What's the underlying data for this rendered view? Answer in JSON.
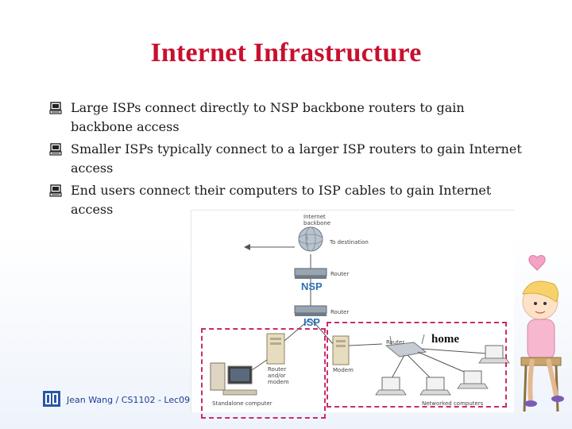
{
  "slide": {
    "title": "Internet Infrastructure"
  },
  "bullets": [
    {
      "text": "Large ISPs connect directly to NSP backbone routers to gain backbone access"
    },
    {
      "text": "Smaller ISPs typically connect to a larger ISP routers to gain Internet access"
    },
    {
      "text": "End users connect their computers to ISP cables to gain Internet access"
    }
  ],
  "diagram": {
    "internet_backbone": "Internet backbone",
    "to_destination": "To destination",
    "router_top": "Router",
    "nsp": "NSP",
    "router_mid": "Router",
    "isp": "ISP",
    "home": "home",
    "router_home": "Router",
    "router_modem": "Router and/or modem",
    "modem": "Modem",
    "standalone": "Standalone computer",
    "networked": "Networked computers"
  },
  "footer": {
    "text": "Jean Wang / CS1102 - Lec09"
  },
  "colors": {
    "title": "#c8102e",
    "dash": "#cc2a6a",
    "footer": "#1f3f8f",
    "nsp_isp": "#2c6fb8"
  }
}
